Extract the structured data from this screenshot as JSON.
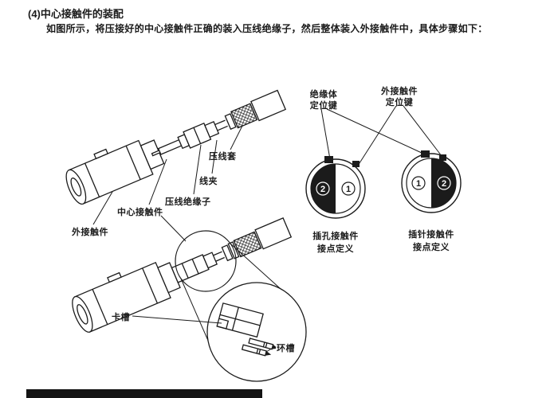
{
  "header": {
    "title": "(4)中心接触件的装配",
    "instruction": "如图所示，将压接好的中心接触件正确的装入压线绝缘子，然后整体装入外接触件中，具体步骤如下："
  },
  "diagram": {
    "labels": {
      "crimp_sleeve": "压线套",
      "wire_clamp": "线夹",
      "crimp_insulator": "压线绝缘子",
      "center_contact": "中心接触件",
      "outer_contact": "外接触件",
      "slot": "卡槽",
      "ring_groove": "环槽",
      "insulator_key_l1": "绝缘体",
      "insulator_key_l2": "定位键",
      "outer_key_l1": "外接触件",
      "outer_key_l2": "定位键"
    },
    "socket_view": {
      "caption_l1": "插孔接触件",
      "caption_l2": "接点定义",
      "num_left": "2",
      "num_right": "1"
    },
    "pin_view": {
      "caption_l1": "插针接触件",
      "caption_l2": "接点定义",
      "num_left": "1",
      "num_right": "2"
    }
  },
  "colors": {
    "ink": "#1b1b1b",
    "paper": "#ffffff"
  }
}
